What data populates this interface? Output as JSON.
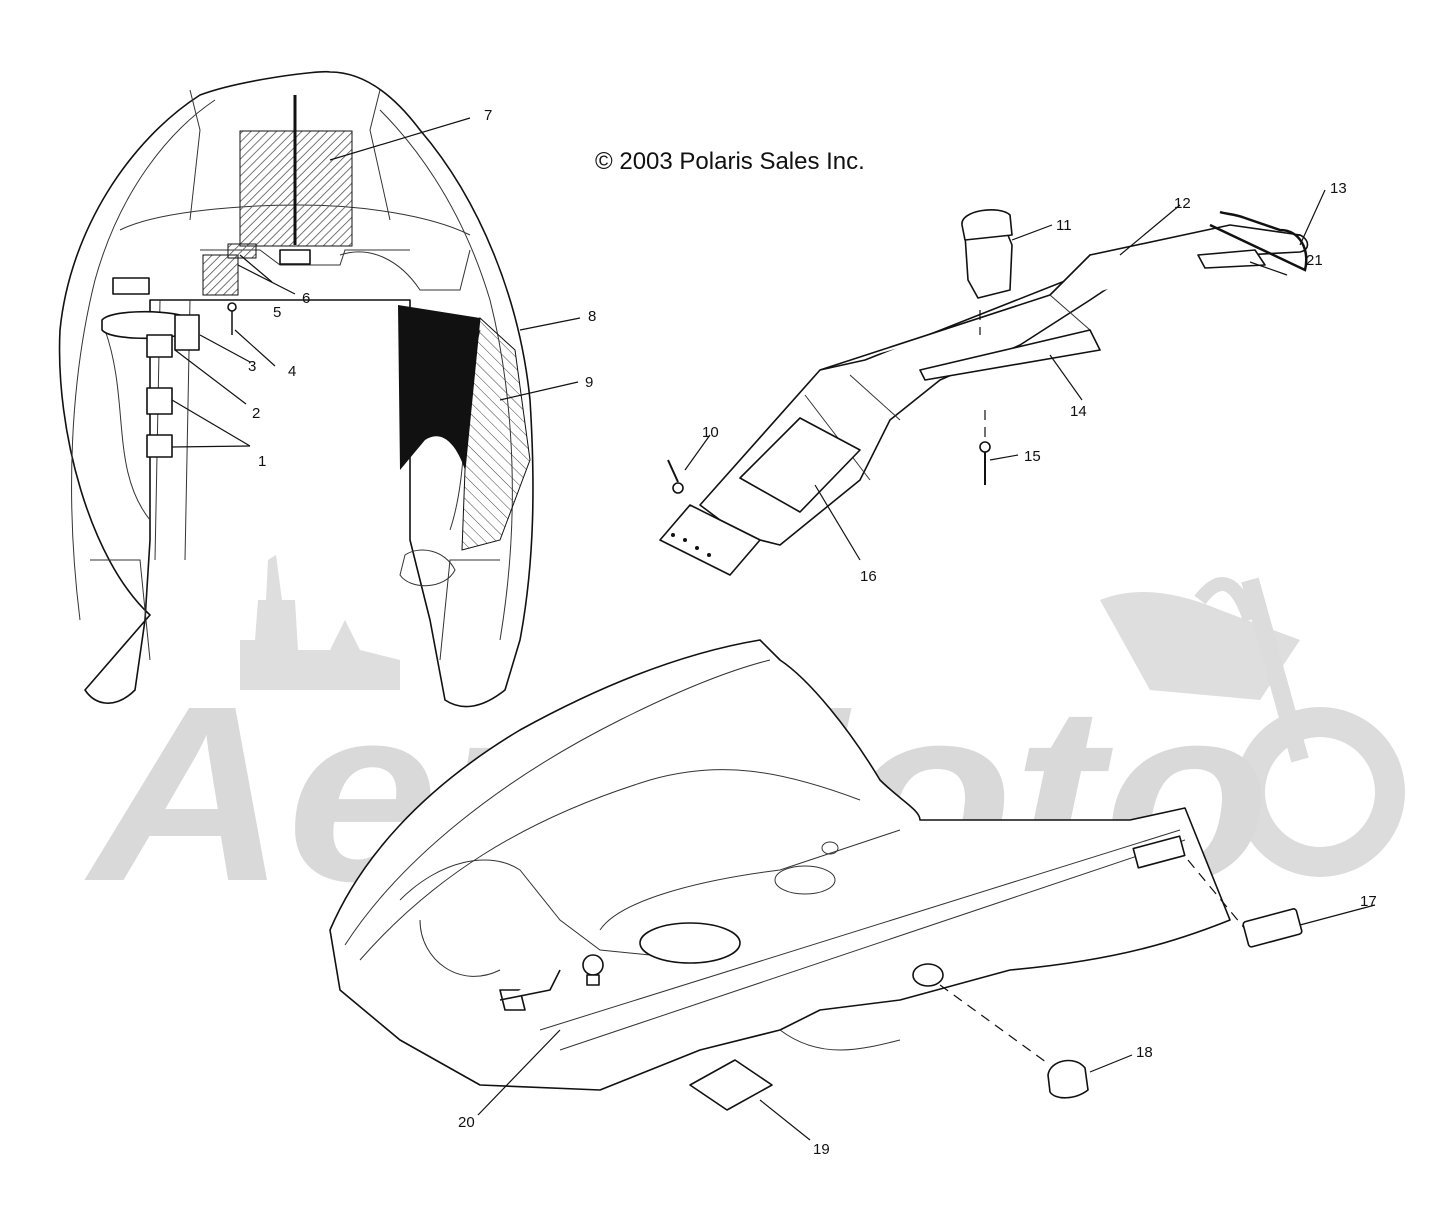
{
  "copyright": "© 2003 Polaris Sales Inc.",
  "watermark": "AeriMoto",
  "callouts": {
    "c1": "1",
    "c2": "2",
    "c3": "3",
    "c4": "4",
    "c5": "5",
    "c6": "6",
    "c7": "7",
    "c8": "8",
    "c9": "9",
    "c10": "10",
    "c11": "11",
    "c12": "12",
    "c13": "13",
    "c14": "14",
    "c15": "15",
    "c16": "16",
    "c17": "17",
    "c18": "18",
    "c19": "19",
    "c20": "20",
    "c21": "21"
  },
  "colors": {
    "line": "#111111",
    "watermark": "#d9d9d9",
    "hatch": "#555555",
    "background": "#ffffff"
  }
}
